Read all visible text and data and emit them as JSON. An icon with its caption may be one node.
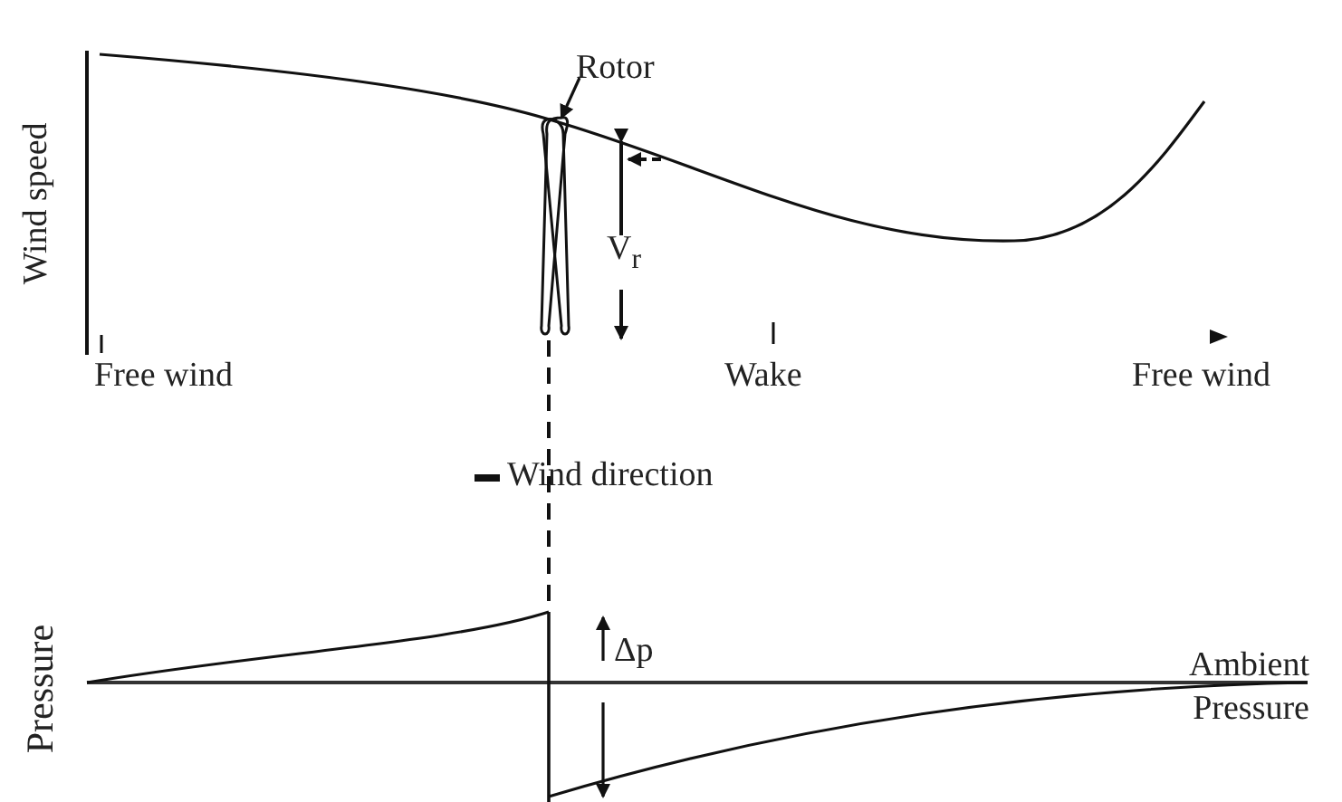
{
  "diagram": {
    "nodes": [
      {
        "text": [
          "Rotor"
        ]
      },
      {
        "text": [],
        "shape": "picture"
      }
    ],
    "edges": [
      {
        "from": 0,
        "to": 1,
        "arrow": "to"
      }
    ],
    "labels": [
      "Wind speed",
      "V$_{r}$",
      "Free wind",
      "Wake",
      "Free wind",
      "Wind direction",
      "Pressure",
      "Δp",
      "Ambient Pressure"
    ]
  }
}
